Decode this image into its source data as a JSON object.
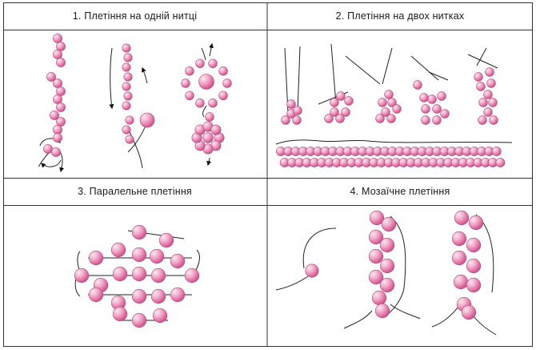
{
  "panels": [
    {
      "title": "1. Плетіння на одній нитці"
    },
    {
      "title": "2. Плетіння на двох нитках"
    },
    {
      "title": "3. Паралельне плетіння"
    },
    {
      "title": "4. Мозаїчне плетіння"
    }
  ],
  "colors": {
    "bead_light": "#fbe9f1",
    "bead_mid": "#f2a9c9",
    "bead_dark": "#d14f8c",
    "thread": "#222222",
    "frame": "#333333"
  }
}
